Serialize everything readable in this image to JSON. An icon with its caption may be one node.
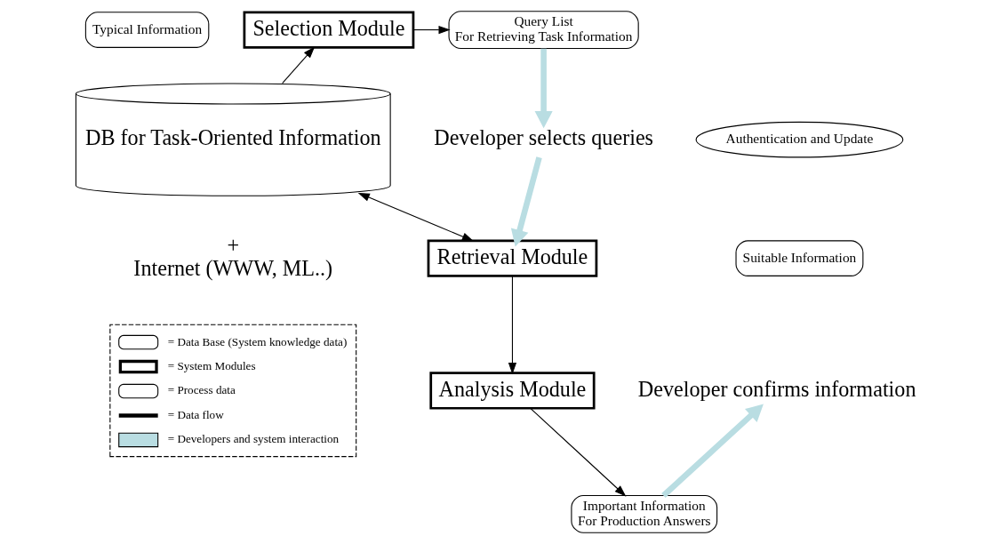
{
  "diagram": {
    "nodes": [
      {
        "text": [
          "Typical Information"
        ]
      },
      {
        "text": [
          "Selection Module"
        ]
      },
      {
        "text": [
          "Query List",
          "For Retrieving Task Information"
        ]
      },
      {
        "text": [
          "DB for Task-Oriented Information"
        ],
        "beside": [
          "+",
          "Internet (WWW, ML..)"
        ]
      },
      {
        "text": [
          "Authentication and Update"
        ]
      },
      {
        "text": [
          "Developer selects queries"
        ]
      },
      {
        "text": [
          "Retrieval Module"
        ]
      },
      {
        "text": [
          "Suitable Information"
        ]
      },
      {
        "text": [
          "Analysis Module"
        ]
      },
      {
        "text": [
          "Developer confirms information"
        ]
      },
      {
        "text": [
          "Important Information",
          "For Production Answers"
        ]
      }
    ],
    "edges": [
      {
        "from": 3,
        "to": 1,
        "arrow": "to"
      },
      {
        "from": 1,
        "to": 2,
        "arrow": "to"
      },
      {
        "from": 2,
        "to": 5,
        "arrow": "to",
        "style": "thick",
        "color": "#b9dde2"
      },
      {
        "from": 5,
        "to": 6,
        "arrow": "to",
        "style": "thick",
        "color": "#b9dde2"
      },
      {
        "from": 3,
        "to": 6,
        "arrow": "both"
      },
      {
        "from": 6,
        "to": 8,
        "arrow": "to"
      },
      {
        "from": 8,
        "to": 10,
        "arrow": "to"
      },
      {
        "from": 10,
        "to": 9,
        "arrow": "to",
        "style": "thick",
        "color": "#b9dde2"
      }
    ],
    "legend": [
      {
        "text": "= Data Base (System knowledge data)"
      },
      {
        "text": "= System Modules"
      },
      {
        "text": "= Process data"
      },
      {
        "text": "= Data flow"
      },
      {
        "text": "= Developers and system interaction"
      }
    ]
  }
}
